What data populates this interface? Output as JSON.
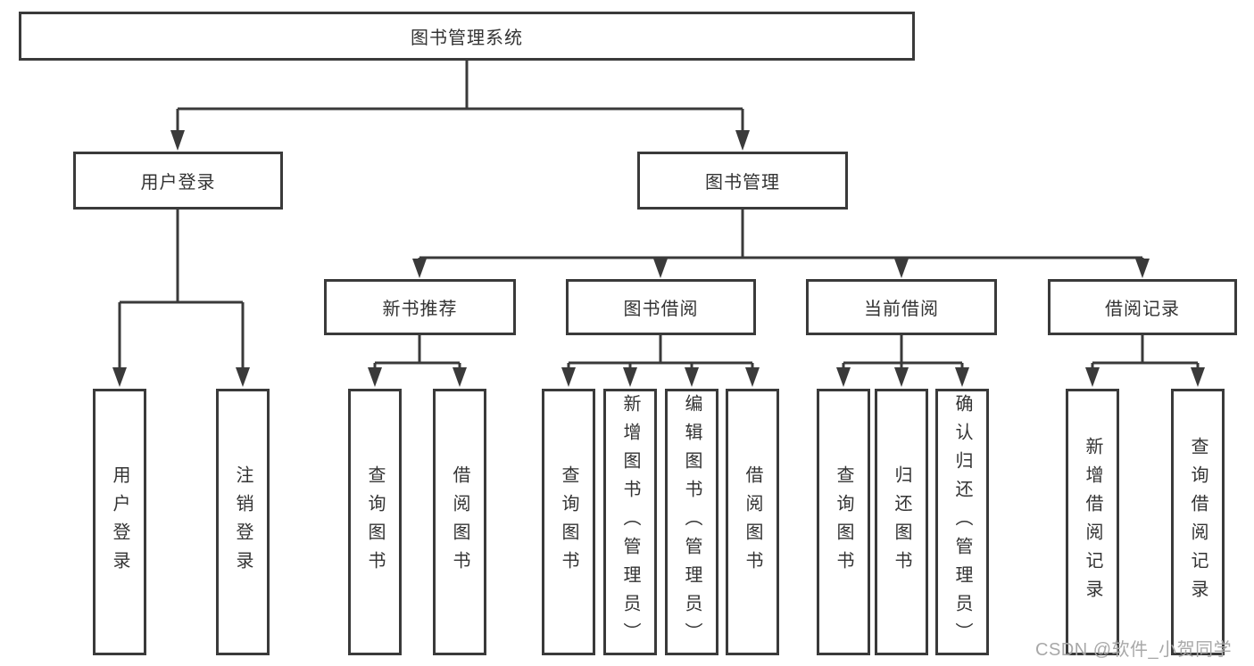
{
  "diagram": {
    "type": "functional-structure-tree",
    "root": {
      "label": "图书管理系统"
    },
    "level2": [
      {
        "label": "用户登录"
      },
      {
        "label": "图书管理"
      }
    ],
    "level3": [
      {
        "label": "新书推荐",
        "parent": "图书管理"
      },
      {
        "label": "图书借阅",
        "parent": "图书管理"
      },
      {
        "label": "当前借阅",
        "parent": "图书管理"
      },
      {
        "label": "借阅记录",
        "parent": "图书管理"
      }
    ],
    "leaves": [
      {
        "label": "用户登录",
        "parent": "用户登录"
      },
      {
        "label": "注销登录",
        "parent": "用户登录"
      },
      {
        "label": "查询图书",
        "parent": "新书推荐"
      },
      {
        "label": "借阅图书",
        "parent": "新书推荐"
      },
      {
        "label": "查询图书",
        "parent": "图书借阅"
      },
      {
        "label": "新增图书（管理员）",
        "parent": "图书借阅"
      },
      {
        "label": "编辑图书（管理员）",
        "parent": "图书借阅"
      },
      {
        "label": "借阅图书",
        "parent": "图书借阅"
      },
      {
        "label": "查询图书",
        "parent": "当前借阅"
      },
      {
        "label": "归还图书",
        "parent": "当前借阅"
      },
      {
        "label": "确认归还（管理员）",
        "parent": "当前借阅"
      },
      {
        "label": "新增借阅记录",
        "parent": "借阅记录"
      },
      {
        "label": "查询借阅记录",
        "parent": "借阅记录"
      }
    ]
  },
  "watermark": {
    "text": "CSDN @软件_小贺同学"
  },
  "colors": {
    "line": "#3a3a3a",
    "box_border": "#3a3a3a",
    "text": "#333333",
    "watermark": "#a8a8a8",
    "background": "#ffffff"
  }
}
